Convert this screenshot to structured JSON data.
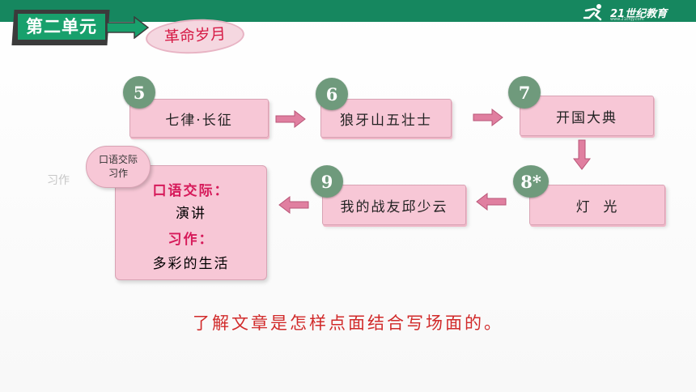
{
  "header": {
    "unit_label": "第二单元",
    "theme_label": "革命岁月",
    "logo_text": "21世纪教育",
    "logo_url": "www.21cnjy.com"
  },
  "lessons": [
    {
      "number": "5",
      "title": "七律·长征"
    },
    {
      "number": "6",
      "title": "狼牙山五壮士"
    },
    {
      "number": "7",
      "title": "开国大典"
    },
    {
      "number": "8*",
      "title": "灯  光"
    },
    {
      "number": "9",
      "title": "我的战友邱少云"
    }
  ],
  "activity": {
    "bubble_line1": "口语交际",
    "bubble_line2": "习作",
    "ghost_label": "习作",
    "oral_heading": "口语交际：",
    "oral_topic": "演讲",
    "writing_heading": "习作：",
    "writing_topic": "多彩的生活"
  },
  "summary": "了解文章是怎样点面结合写场面的。",
  "colors": {
    "topbar": "#16875f",
    "card_fill": "#f7c7d6",
    "badge": "#6f9a7c",
    "arrow": "#e07fa0",
    "heading_red": "#d61a5a",
    "summary_red": "#d12a2a"
  },
  "icons": [
    "running-man-logo-icon",
    "unit-arrow-icon",
    "flow-arrow-icon"
  ]
}
